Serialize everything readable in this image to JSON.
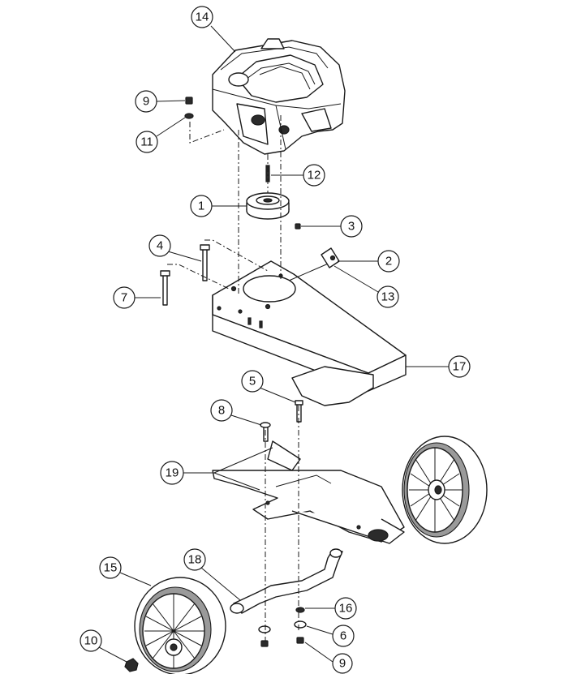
{
  "callouts": [
    {
      "id": "14",
      "label": "14"
    },
    {
      "id": "9a",
      "label": "9"
    },
    {
      "id": "11",
      "label": "11"
    },
    {
      "id": "12",
      "label": "12"
    },
    {
      "id": "1",
      "label": "1"
    },
    {
      "id": "3",
      "label": "3"
    },
    {
      "id": "4",
      "label": "4"
    },
    {
      "id": "2",
      "label": "2"
    },
    {
      "id": "7",
      "label": "7"
    },
    {
      "id": "13",
      "label": "13"
    },
    {
      "id": "17",
      "label": "17"
    },
    {
      "id": "5",
      "label": "5"
    },
    {
      "id": "8",
      "label": "8"
    },
    {
      "id": "19",
      "label": "19"
    },
    {
      "id": "15",
      "label": "15"
    },
    {
      "id": "18",
      "label": "18"
    },
    {
      "id": "16",
      "label": "16"
    },
    {
      "id": "10",
      "label": "10"
    },
    {
      "id": "6",
      "label": "6"
    },
    {
      "id": "9b",
      "label": "9"
    }
  ]
}
